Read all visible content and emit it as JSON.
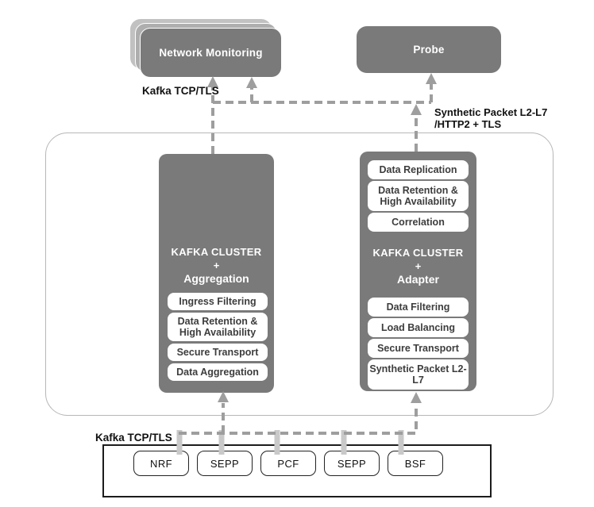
{
  "colors": {
    "node_gray": "#7a7a7a",
    "stack_gray_1": "#c1c1c1",
    "stack_gray_2": "#aeaeae",
    "dash_gray": "#9e9e9e",
    "bar_gray": "#c9c9c9",
    "container_border": "#b7b7b7",
    "box_border_dark": "#1c1c1c",
    "feature_text": "#3d3d3d",
    "label_text": "#111111"
  },
  "nodes": {
    "network_monitoring": {
      "label": "Network Monitoring"
    },
    "probe": {
      "label": "Probe"
    },
    "kafka_cluster_aggregation": {
      "title": "KAFKA CLUSTER",
      "plus": "+",
      "subtitle": "Aggregation",
      "features": [
        "Ingress Filtering",
        "Data Retention & High Availability",
        "Secure Transport",
        "Data Aggregation"
      ]
    },
    "kafka_cluster_adapter": {
      "title": "KAFKA CLUSTER",
      "plus": "+",
      "subtitle": "Adapter",
      "top_features": [
        "Data Replication",
        "Data Retention & High Availability",
        "Correlation"
      ],
      "bottom_features": [
        "Data Filtering",
        "Load Balancing",
        "Secure Transport",
        "Synthetic Packet L2-L7"
      ]
    },
    "network_functions": {
      "items": [
        "NRF",
        "SEPP",
        "PCF",
        "SEPP",
        "BSF"
      ]
    }
  },
  "edge_labels": {
    "kafka_tcp_tls_top": "Kafka TCP/TLS",
    "synthetic_packet_line1": "Synthetic Packet L2-L7",
    "synthetic_packet_line2": "/HTTP2 + TLS",
    "kafka_tcp_tls_bottom": "Kafka TCP/TLS"
  }
}
